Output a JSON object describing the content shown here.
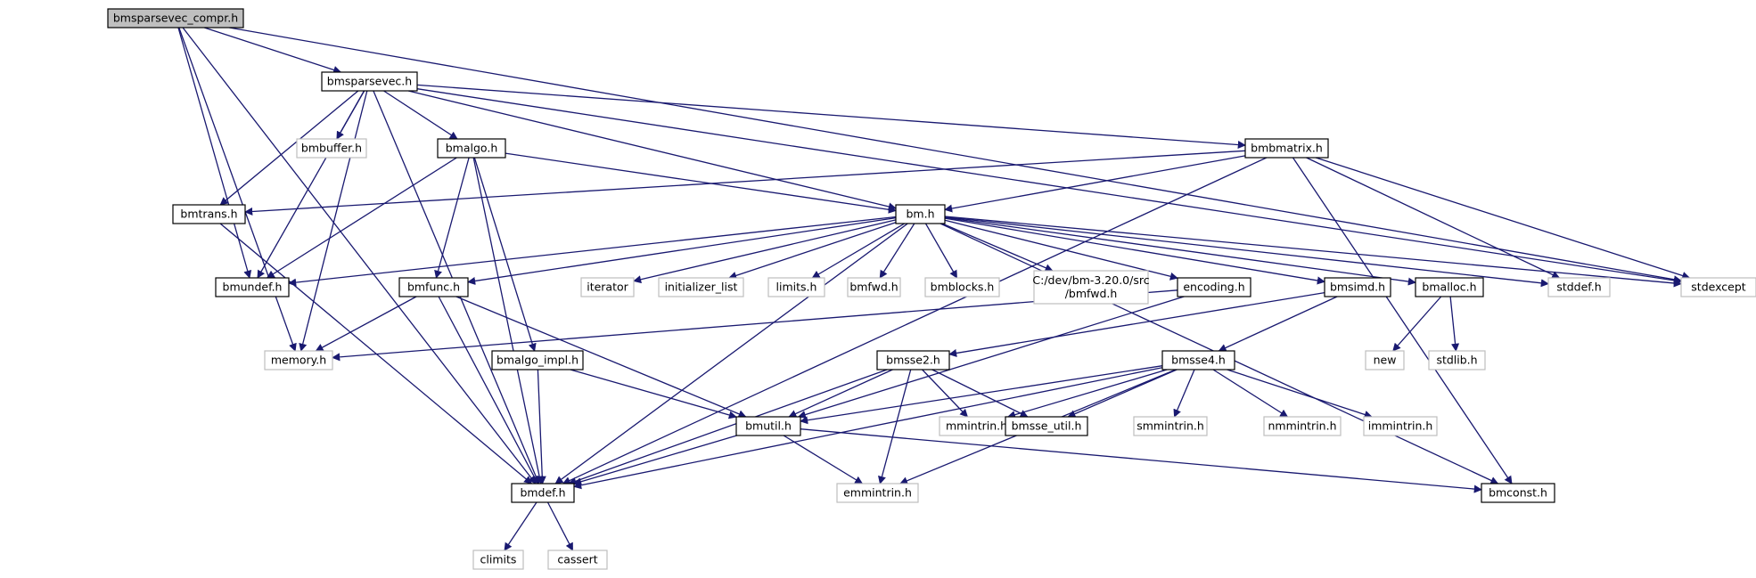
{
  "graph": {
    "title": "",
    "colors": {
      "edge": "#191970",
      "root_fill": "#bfbfbf",
      "root_border": "#000000",
      "file_border": "#000000",
      "external_border": "#bfbfbf",
      "external_text": "#555555"
    },
    "nodes": {
      "root": {
        "label": "bmsparsevec_compr.h",
        "kind": "root"
      },
      "bmsparsevec": {
        "label": "bmsparsevec.h",
        "kind": "file"
      },
      "stdexcept": {
        "label": "stdexcept",
        "kind": "external"
      },
      "bmbuffer": {
        "label": "bmbuffer.h",
        "kind": "external"
      },
      "bmalgo": {
        "label": "bmalgo.h",
        "kind": "file"
      },
      "bmbmatrix": {
        "label": "bmbmatrix.h",
        "kind": "file"
      },
      "bmtrans": {
        "label": "bmtrans.h",
        "kind": "file"
      },
      "bm": {
        "label": "bm.h",
        "kind": "file"
      },
      "bmundef": {
        "label": "bmundef.h",
        "kind": "file"
      },
      "bmfunc": {
        "label": "bmfunc.h",
        "kind": "file"
      },
      "iterator": {
        "label": "iterator",
        "kind": "external"
      },
      "initializer_list": {
        "label": "initializer_list",
        "kind": "external"
      },
      "limits": {
        "label": "limits.h",
        "kind": "external"
      },
      "bmfwd": {
        "label": "bmfwd.h",
        "kind": "external"
      },
      "bmblocks": {
        "label": "bmblocks.h",
        "kind": "external"
      },
      "devfwd": {
        "label": "C:/dev/bm-3.20.0/src\n/bmfwd.h",
        "kind": "external"
      },
      "encoding": {
        "label": "encoding.h",
        "kind": "file"
      },
      "bmsimd": {
        "label": "bmsimd.h",
        "kind": "file"
      },
      "bmalloc": {
        "label": "bmalloc.h",
        "kind": "file"
      },
      "stddef": {
        "label": "stddef.h",
        "kind": "external"
      },
      "memory": {
        "label": "memory.h",
        "kind": "external"
      },
      "bmalgo_impl": {
        "label": "bmalgo_impl.h",
        "kind": "file"
      },
      "bmsse2": {
        "label": "bmsse2.h",
        "kind": "file"
      },
      "bmsse4": {
        "label": "bmsse4.h",
        "kind": "file"
      },
      "new": {
        "label": "new",
        "kind": "external"
      },
      "stdlib": {
        "label": "stdlib.h",
        "kind": "external"
      },
      "bmutil": {
        "label": "bmutil.h",
        "kind": "file"
      },
      "mmintrin": {
        "label": "mmintrin.h",
        "kind": "external"
      },
      "bmsse_util": {
        "label": "bmsse_util.h",
        "kind": "file"
      },
      "smmintrin": {
        "label": "smmintrin.h",
        "kind": "external"
      },
      "nmmintrin": {
        "label": "nmmintrin.h",
        "kind": "external"
      },
      "immintrin": {
        "label": "immintrin.h",
        "kind": "external"
      },
      "bmdef": {
        "label": "bmdef.h",
        "kind": "file"
      },
      "emmintrin": {
        "label": "emmintrin.h",
        "kind": "external"
      },
      "bmconst": {
        "label": "bmconst.h",
        "kind": "file"
      },
      "climits": {
        "label": "climits",
        "kind": "external"
      },
      "cassert": {
        "label": "cassert",
        "kind": "external"
      }
    },
    "edges": [
      [
        "root",
        "bmsparsevec"
      ],
      [
        "root",
        "stdexcept"
      ],
      [
        "root",
        "bmundef"
      ],
      [
        "root",
        "memory"
      ],
      [
        "root",
        "bmdef"
      ],
      [
        "bmsparsevec",
        "bmbuffer"
      ],
      [
        "bmsparsevec",
        "bmalgo"
      ],
      [
        "bmsparsevec",
        "bmbmatrix"
      ],
      [
        "bmsparsevec",
        "bmtrans"
      ],
      [
        "bmsparsevec",
        "bm"
      ],
      [
        "bmsparsevec",
        "bmundef"
      ],
      [
        "bmsparsevec",
        "memory"
      ],
      [
        "bmsparsevec",
        "bmdef"
      ],
      [
        "bmsparsevec",
        "stdexcept"
      ],
      [
        "bmalgo",
        "bm"
      ],
      [
        "bmalgo",
        "bmundef"
      ],
      [
        "bmalgo",
        "bmfunc"
      ],
      [
        "bmalgo",
        "bmalgo_impl"
      ],
      [
        "bmalgo",
        "bmdef"
      ],
      [
        "bmbmatrix",
        "bmtrans"
      ],
      [
        "bmbmatrix",
        "bm"
      ],
      [
        "bmbmatrix",
        "bmdef"
      ],
      [
        "bmbmatrix",
        "stddef"
      ],
      [
        "bmbmatrix",
        "stdexcept"
      ],
      [
        "bmbmatrix",
        "bmconst"
      ],
      [
        "bmtrans",
        "bmdef"
      ],
      [
        "bm",
        "bmundef"
      ],
      [
        "bm",
        "bmfunc"
      ],
      [
        "bm",
        "iterator"
      ],
      [
        "bm",
        "initializer_list"
      ],
      [
        "bm",
        "limits"
      ],
      [
        "bm",
        "bmfwd"
      ],
      [
        "bm",
        "bmblocks"
      ],
      [
        "bm",
        "devfwd"
      ],
      [
        "bm",
        "encoding"
      ],
      [
        "bm",
        "bmsimd"
      ],
      [
        "bm",
        "bmalloc"
      ],
      [
        "bm",
        "stddef"
      ],
      [
        "bm",
        "stdexcept"
      ],
      [
        "bm",
        "bmconst"
      ],
      [
        "bm",
        "bmdef"
      ],
      [
        "bmfunc",
        "memory"
      ],
      [
        "bmfunc",
        "bmutil"
      ],
      [
        "bmfunc",
        "bmdef"
      ],
      [
        "encoding",
        "memory"
      ],
      [
        "encoding",
        "bmutil"
      ],
      [
        "bmsimd",
        "bmsse2"
      ],
      [
        "bmsimd",
        "bmsse4"
      ],
      [
        "bmalloc",
        "new"
      ],
      [
        "bmalloc",
        "stdlib"
      ],
      [
        "bmalgo_impl",
        "bmutil"
      ],
      [
        "bmalgo_impl",
        "bmdef"
      ],
      [
        "bmsse2",
        "bmutil"
      ],
      [
        "bmsse2",
        "mmintrin"
      ],
      [
        "bmsse2",
        "bmsse_util"
      ],
      [
        "bmsse2",
        "emmintrin"
      ],
      [
        "bmsse2",
        "bmdef"
      ],
      [
        "bmsse4",
        "bmutil"
      ],
      [
        "bmsse4",
        "mmintrin"
      ],
      [
        "bmsse4",
        "bmsse_util"
      ],
      [
        "bmsse4",
        "smmintrin"
      ],
      [
        "bmsse4",
        "nmmintrin"
      ],
      [
        "bmsse4",
        "immintrin"
      ],
      [
        "bmsse4",
        "emmintrin"
      ],
      [
        "bmsse4",
        "bmdef"
      ],
      [
        "bmutil",
        "bmdef"
      ],
      [
        "bmutil",
        "emmintrin"
      ],
      [
        "bmutil",
        "bmconst"
      ],
      [
        "bmdef",
        "climits"
      ],
      [
        "bmdef",
        "cassert"
      ]
    ]
  }
}
